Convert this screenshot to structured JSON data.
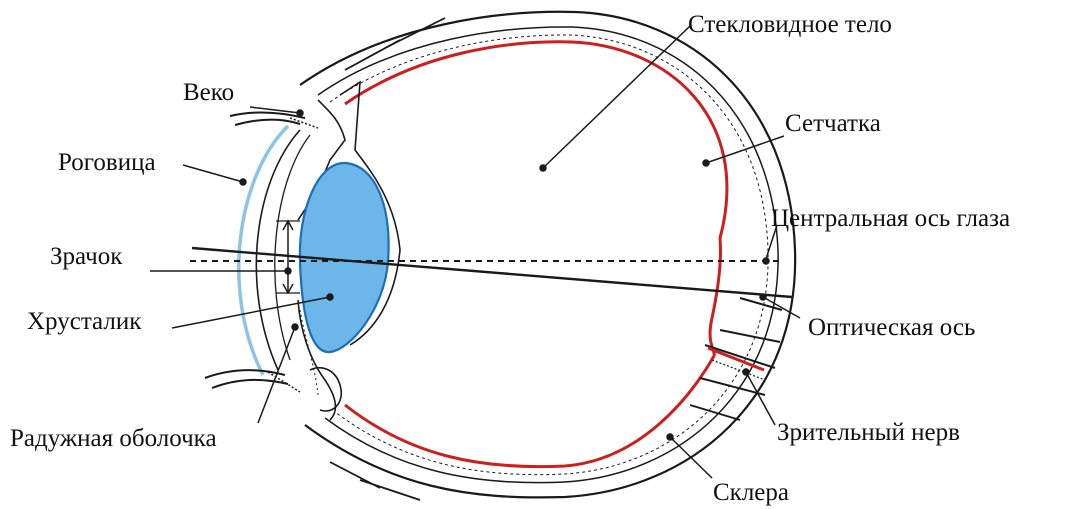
{
  "labels": {
    "vitreous_body": "Стекловидное тело",
    "eyelid": "Веко",
    "retina": "Сетчатка",
    "cornea": "Роговица",
    "central_axis": "Центральная ось глаза",
    "pupil": "Зрачок",
    "lens": "Хрусталик",
    "optical_axis": "Оптическая ось",
    "iris": "Радужная оболочка",
    "optic_nerve": "Зрительный нерв",
    "sclera": "Склера"
  },
  "colors": {
    "outline": "#1a1a1a",
    "retina": "#cc1f1f",
    "cornea": "#8fc3e6",
    "lens_fill": "#6cb6ea",
    "lens_stroke": "#1c6fb5",
    "background": "#ffffff"
  }
}
